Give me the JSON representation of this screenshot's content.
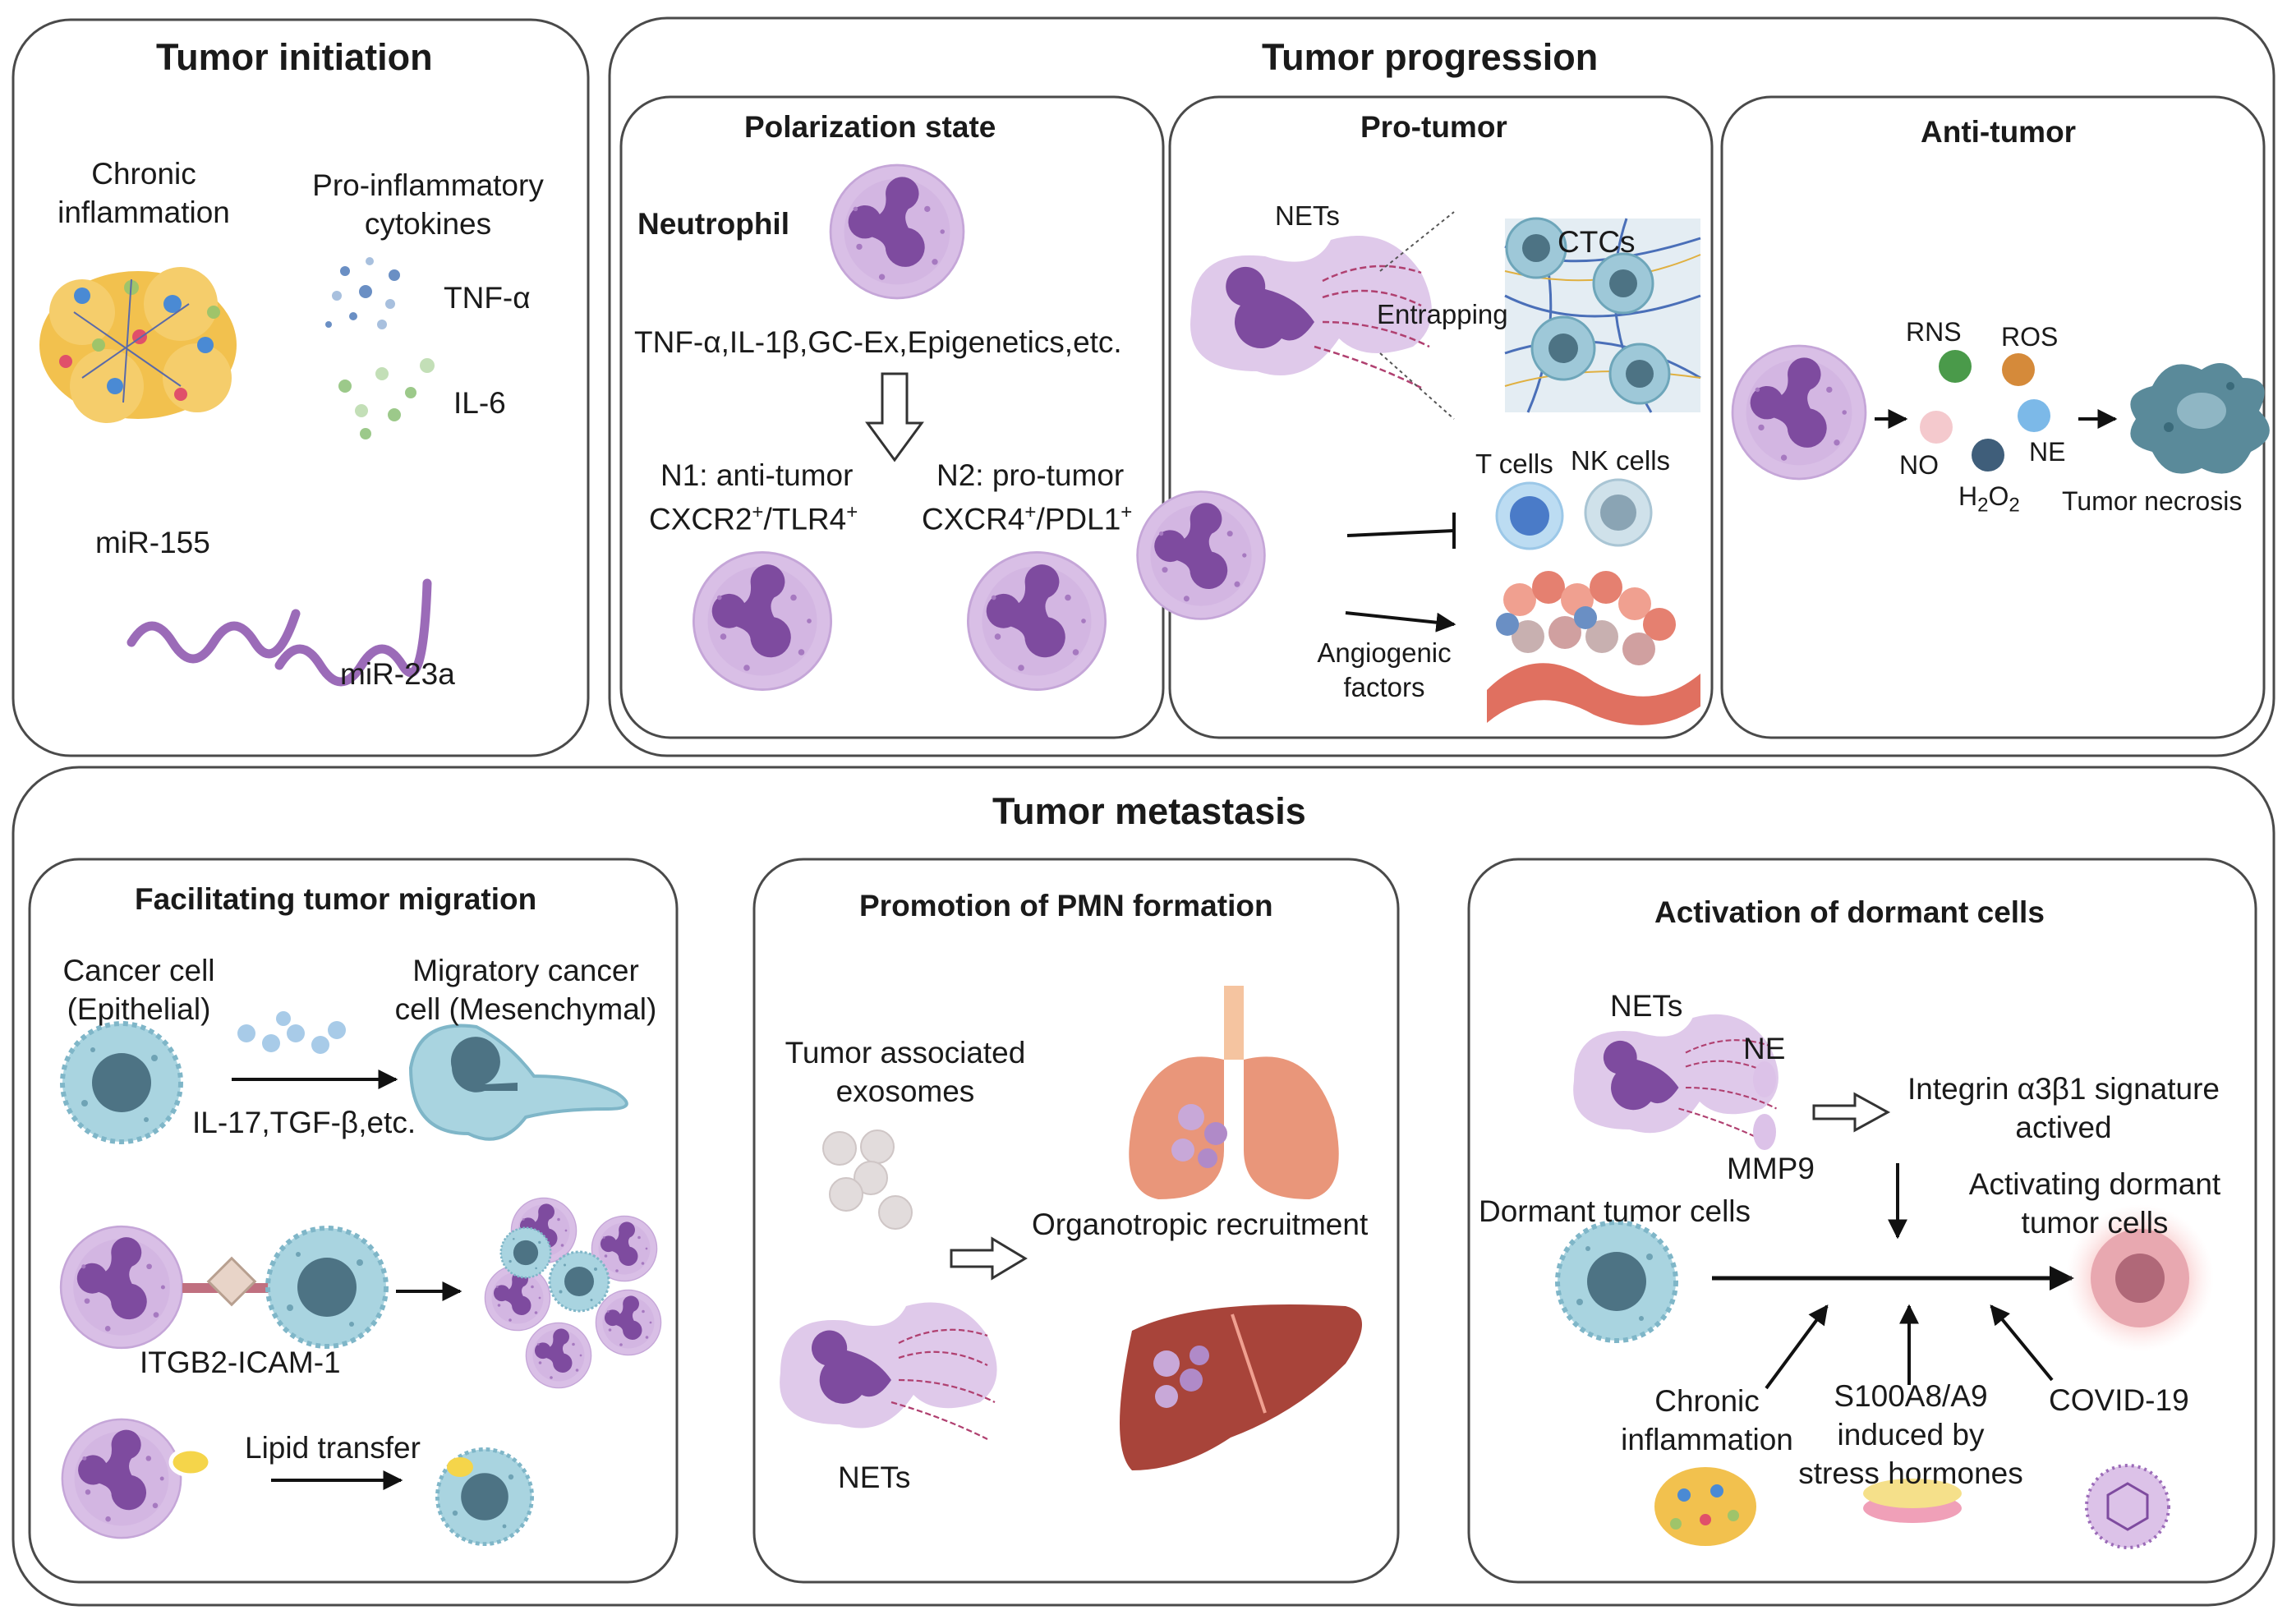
{
  "colors": {
    "panel_border": "#4a4a4a",
    "neutrophil": "#c9a7d9",
    "neutrophil_nucleus": "#7e4b9f",
    "tumor_cell": "#8fc1d1",
    "tumor_nucleus": "#4d7384",
    "inflammation": "#f2c14e",
    "rns": "#4a9a4a",
    "ros": "#d58a3a",
    "no": "#f4c9cd",
    "h2o2": "#3f5e7a",
    "ne": "#7cb9e8",
    "lung": "#e9967a",
    "liver": "#a8443a",
    "red_glow": "#f2a6a6"
  },
  "initiation": {
    "title": "Tumor initiation",
    "chronic_inflammation": "Chronic\ninflammation",
    "pro_inflammatory": "Pro-inflammatory\ncytokines",
    "tnf": "TNF-α",
    "il6": "IL-6",
    "mir155": "miR-155",
    "mir23a": "miR-23a"
  },
  "progression": {
    "title": "Tumor progression",
    "polarization": {
      "title": "Polarization state",
      "neutrophil": "Neutrophil",
      "factors": "TNF-α,IL-1β,GC-Ex,Epigenetics,etc.",
      "n1_title": "N1: anti-tumor",
      "n1_markers_a": "CXCR2",
      "n1_sup_a": "+",
      "n1_markers_b": "/TLR4",
      "n1_sup_b": "+",
      "n2_title": "N2: pro-tumor",
      "n2_markers_a": "CXCR4",
      "n2_sup_a": "+",
      "n2_markers_b": "/PDL1",
      "n2_sup_b": "+"
    },
    "pro_tumor": {
      "title": "Pro-tumor",
      "nets": "NETs",
      "ctcs": "CTCs",
      "entrapping": "Entrapping",
      "t_cells": "T cells",
      "nk_cells": "NK cells",
      "angiogenic": "Angiogenic\nfactors"
    },
    "anti_tumor": {
      "title": "Anti-tumor",
      "rns": "RNS",
      "ros": "ROS",
      "no": "NO",
      "ne": "NE",
      "h2o2_a": "H",
      "h2o2_sub1": "2",
      "h2o2_b": "O",
      "h2o2_sub2": "2",
      "necrosis": "Tumor necrosis"
    }
  },
  "metastasis": {
    "title": "Tumor metastasis",
    "migration": {
      "title": "Facilitating tumor migration",
      "cancer_cell": "Cancer cell\n(Epithelial)",
      "migratory": "Migratory cancer\ncell (Mesenchymal)",
      "il17": "IL-17,TGF-β,etc.",
      "itgb2": "ITGB2-ICAM-1",
      "lipid": "Lipid transfer"
    },
    "pmn": {
      "title": "Promotion of PMN formation",
      "exosomes": "Tumor associated\nexosomes",
      "organotropic": "Organotropic recruitment",
      "nets": "NETs"
    },
    "dormant": {
      "title": "Activation of dormant cells",
      "nets": "NETs",
      "ne": "NE",
      "mmp9": "MMP9",
      "integrin": "Integrin α3β1 signature\nactived",
      "dormant_cells": "Dormant tumor cells",
      "activating": "Activating dormant\ntumor cells",
      "chronic": "Chronic\ninflammation",
      "s100": "S100A8/A9\ninduced by\nstress hormones",
      "covid": "COVID-19"
    }
  }
}
